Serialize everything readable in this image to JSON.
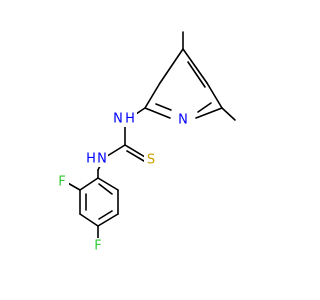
{
  "molecule": {
    "atoms": {
      "pyridine_n": {
        "text": "N",
        "color": "#0000ff"
      },
      "amine_top": {
        "text": "N",
        "color": "#0000ff"
      },
      "hydrogen_top": {
        "text": "H",
        "color": "#0000ff"
      },
      "amine_bottom": {
        "text": "N",
        "color": "#0000ff"
      },
      "hydrogen_bottom": {
        "text": "H",
        "color": "#0000ff"
      },
      "sulfur": {
        "text": "S",
        "color": "#c8a000"
      },
      "fluorine_ortho": {
        "text": "F",
        "color": "#33cc33"
      },
      "fluorine_para": {
        "text": "F",
        "color": "#33cc33"
      }
    },
    "bond_color": "#000000"
  }
}
